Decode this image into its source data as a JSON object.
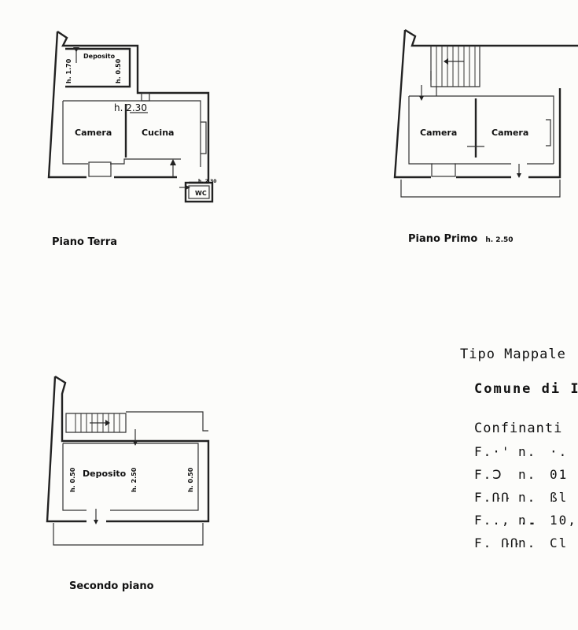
{
  "floors": {
    "ground": {
      "title": "Piano Terra",
      "rooms": {
        "deposito": "Deposito",
        "camera": "Camera",
        "cucina": "Cucina",
        "wc": "WC"
      },
      "heights": {
        "main": "h. 2.30",
        "deposito_left": "h. 1.70",
        "deposito_right": "h. 0.50",
        "wc": "h. 2.30"
      }
    },
    "first": {
      "title": "Piano Primo",
      "height": "h. 2.50",
      "rooms": {
        "camera_left": "Camera",
        "camera_right": "Camera"
      }
    },
    "second": {
      "title": "Secondo piano",
      "rooms": {
        "deposito": "Deposito"
      },
      "heights": {
        "left": "h. 0.50",
        "center": "h. 2.50",
        "right": "h. 0.50"
      }
    }
  },
  "info": {
    "tipo": "Tipo Mappale",
    "comune": "Comune di I",
    "confinanti": "Confinanti",
    "parcels": [
      {
        "f": "F.·'",
        "n": "n.",
        "v": "·."
      },
      {
        "f": "F.Ↄ",
        "n": "n.",
        "v": "01"
      },
      {
        "f": "F.ՌՌ",
        "n": "n.",
        "v": "ßl"
      },
      {
        "f": "F.., ..",
        "n": "n.",
        "v": "10,,"
      },
      {
        "f": "F. ՌՌ",
        "n": "n.",
        "v": "Cl"
      }
    ]
  }
}
